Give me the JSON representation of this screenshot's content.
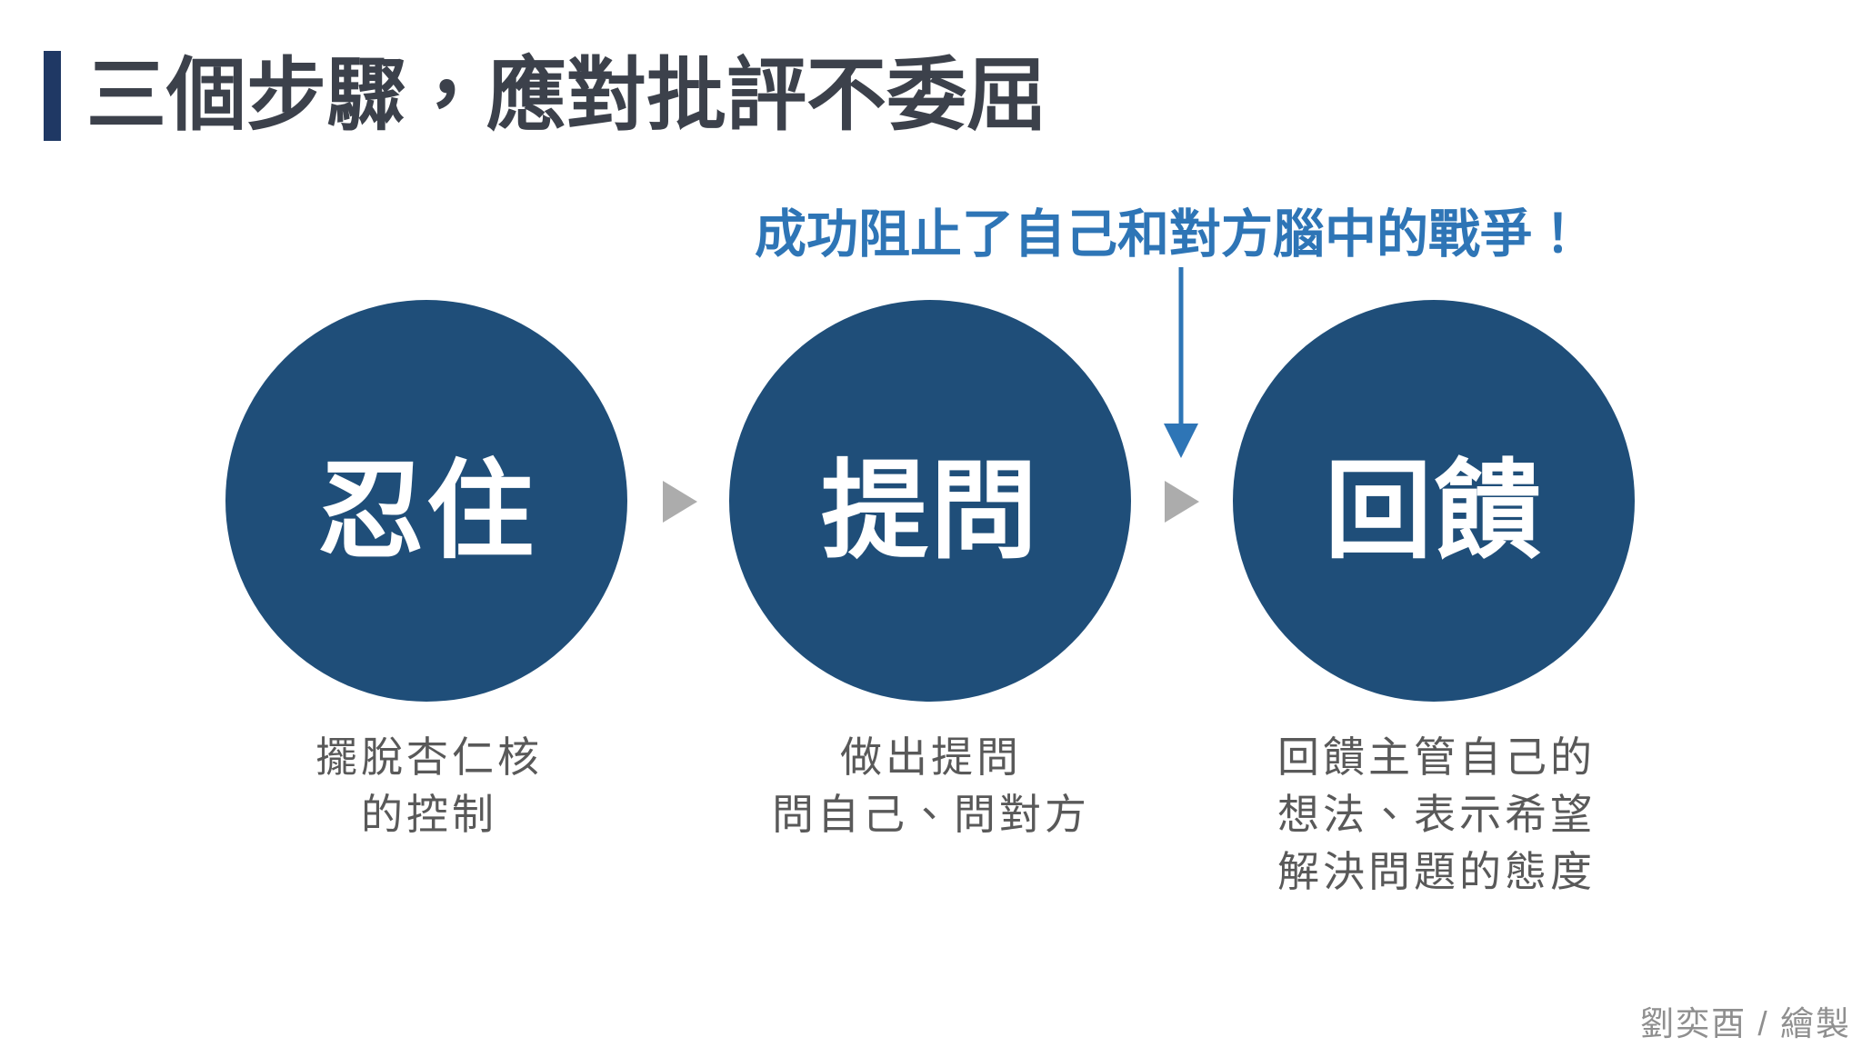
{
  "slide": {
    "title": "三個步驟，應對批評不委屈",
    "callout": "成功阻止了自己和對方腦中的戰爭！",
    "credit": "劉奕酉 / 繪製",
    "steps": [
      {
        "label": "忍住",
        "caption_lines": [
          "擺脫杏仁核",
          "的控制"
        ]
      },
      {
        "label": "提問",
        "caption_lines": [
          "做出提問",
          "問自己、問對方"
        ]
      },
      {
        "label": "回饋",
        "caption_lines": [
          "回饋主管自己的",
          "想法、表示希望",
          "解決問題的態度"
        ]
      }
    ],
    "icons": {
      "down_arrow": "arrow-down-icon",
      "step_connector": "triangle-right-icon"
    },
    "colors": {
      "circle_fill": "#1F4E79",
      "accent_blue": "#2E75B6",
      "title_bar_navy": "#1F3864",
      "title_text": "#3C414B",
      "caption_gray": "#595959",
      "connector_gray": "#ACACAC",
      "credit_gray": "#8F8F8F",
      "background": "#FFFFFF"
    }
  }
}
